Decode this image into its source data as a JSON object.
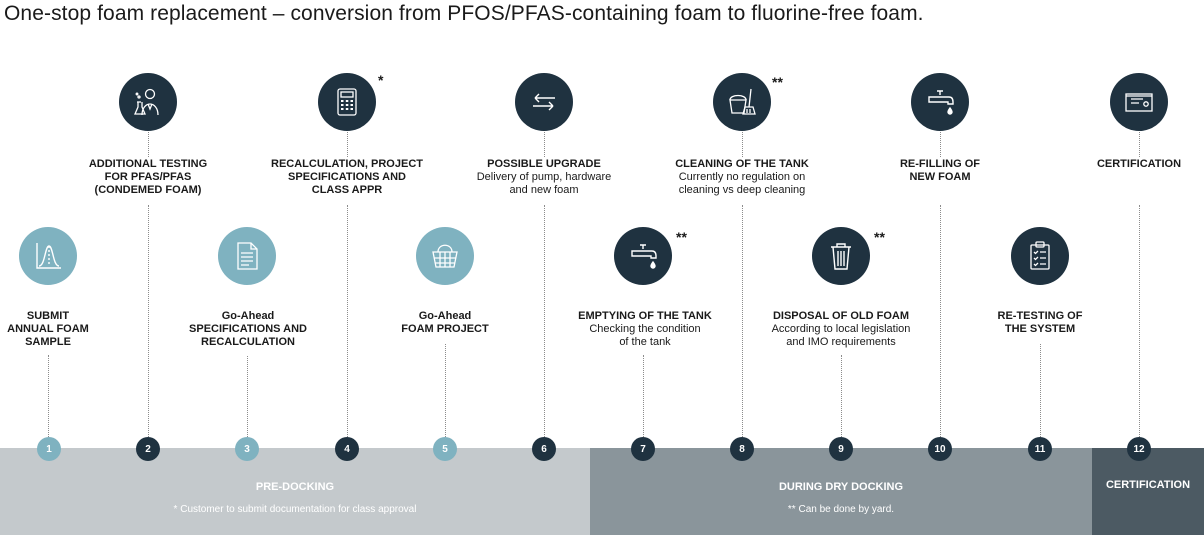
{
  "title": "One-stop foam replacement – conversion from PFOS/PFAS-containing foam to fluorine-free foam.",
  "steps": [
    {
      "n": "1",
      "head": [
        "SUBMIT",
        "ANNUAL FOAM",
        "SAMPLE"
      ],
      "sub": [],
      "icon": "bell-curve-chart-icon"
    },
    {
      "n": "2",
      "head": [
        "ADDITIONAL TESTING",
        "FOR PFAS/PFAS",
        "(CONDEMED FOAM)"
      ],
      "sub": [],
      "icon": "lab-scientist-icon"
    },
    {
      "n": "3",
      "head": [
        "Go-Ahead",
        "SPECIFICATIONS AND",
        "RECALCULATION"
      ],
      "sub": [],
      "icon": "document-icon"
    },
    {
      "n": "4",
      "head": [
        "RECALCULATION, PROJECT",
        "SPECIFICATIONS AND",
        "CLASS APPR"
      ],
      "sub": [],
      "icon": "calculator-icon"
    },
    {
      "n": "5",
      "head": [
        "Go-Ahead",
        "FOAM PROJECT"
      ],
      "sub": [],
      "icon": "shopping-basket-icon"
    },
    {
      "n": "6",
      "head": [
        "POSSIBLE UPGRADE"
      ],
      "sub": [
        "Delivery of pump, hardware",
        "and new foam"
      ],
      "icon": "swap-arrows-icon"
    },
    {
      "n": "7",
      "head": [
        "EMPTYING OF THE TANK"
      ],
      "sub": [
        "Checking the condition",
        "of the tank"
      ],
      "icon": "faucet-icon"
    },
    {
      "n": "8",
      "head": [
        "CLEANING OF THE TANK"
      ],
      "sub": [
        "Currently no regulation on",
        "cleaning vs deep cleaning"
      ],
      "icon": "cleaning-bucket-icon"
    },
    {
      "n": "9",
      "head": [
        "DISPOSAL OF OLD FOAM"
      ],
      "sub": [
        "According to local legislation",
        "and IMO requirements"
      ],
      "icon": "trash-bin-icon"
    },
    {
      "n": "10",
      "head": [
        "RE-FILLING OF",
        "NEW FOAM"
      ],
      "sub": [],
      "icon": "faucet-icon"
    },
    {
      "n": "11",
      "head": [
        "RE-TESTING OF",
        "THE SYSTEM"
      ],
      "sub": [],
      "icon": "checklist-icon"
    },
    {
      "n": "12",
      "head": [
        "CERTIFICATION"
      ],
      "sub": [],
      "icon": "certificate-icon"
    }
  ],
  "stars": {
    "single": "*",
    "double": "**"
  },
  "phases": [
    {
      "label": "PRE-DOCKING",
      "note": "* Customer to submit documentation for class approval",
      "color": "#c4c9cc"
    },
    {
      "label": "DURING DRY DOCKING",
      "note": "** Can be done by yard.",
      "color": "#8a959b"
    },
    {
      "label": "CERTIFICATION",
      "note": "",
      "color": "#4c5a63"
    }
  ],
  "colors": {
    "dark_circle": "#1f3240",
    "light_circle": "#7fb2c0"
  }
}
